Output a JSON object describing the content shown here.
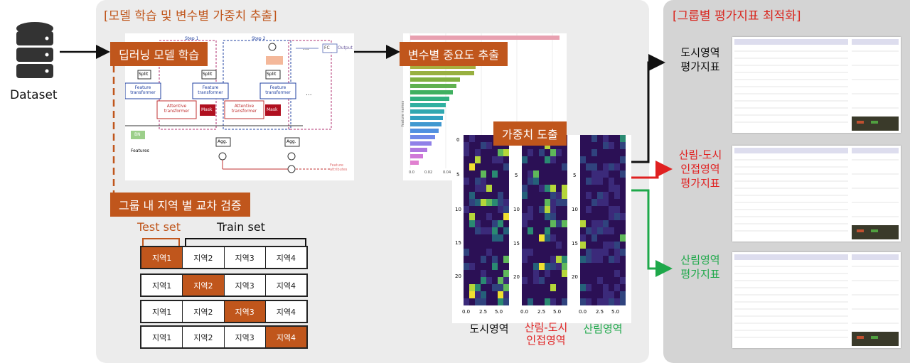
{
  "titles": {
    "main": "[모델 학습 및 변수별 가중치 추출]",
    "right": "[그룹별 평가지표 최적화]"
  },
  "dataset_label": "Dataset",
  "labels": {
    "deep_learning": "딥러닝 모델 학습",
    "variable_importance": "변수별 중요도 추출",
    "weight_derivation": "가중치 도출",
    "cross_validation": "그룹 내 지역 별 교차 검증"
  },
  "tabnet": {
    "step1": "Step 1",
    "step2": "Step 2",
    "fc": "FC",
    "output": "Output",
    "split": "Split",
    "feature_transformer": "Feature transformer",
    "attentive_transformer": "Attentive transformer",
    "mask": "Mask",
    "bn": "BN",
    "features": "Features",
    "agg": "Agg.",
    "feature_attributes": "Feature attributes",
    "dots": "..."
  },
  "cross_val": {
    "test_set": "Test set",
    "train_set": "Train set",
    "regions": [
      "지역1",
      "지역2",
      "지역3",
      "지역4"
    ],
    "test_index_per_row": [
      0,
      1,
      2,
      3
    ]
  },
  "heatmaps": {
    "y_ticks": [
      "0",
      "5",
      "10",
      "15",
      "20"
    ],
    "x_ticks": [
      "0.0",
      "2.5",
      "5.0"
    ],
    "groups": [
      {
        "label": "도시영역",
        "color": "#111111"
      },
      {
        "label": "산림-도시\n인접영역",
        "color": "#e02020"
      },
      {
        "label": "산림영역",
        "color": "#1ea84a"
      }
    ]
  },
  "outputs": [
    {
      "label": "도시영역\n평가지표",
      "color": "#111111",
      "arrow": "#111111"
    },
    {
      "label": "산림-도시\n인접영역\n평가지표",
      "color": "#e02020",
      "arrow": "#e02020"
    },
    {
      "label": "산림영역\n평가지표",
      "color": "#1ea84a",
      "arrow": "#1ea84a"
    }
  ],
  "importance_chart": {
    "x_ticks": [
      "0.0",
      "0.02",
      "0.04"
    ],
    "ylabel": "feature names"
  },
  "colors": {
    "accent": "#c0561c",
    "red": "#e02020",
    "green": "#1ea84a"
  }
}
